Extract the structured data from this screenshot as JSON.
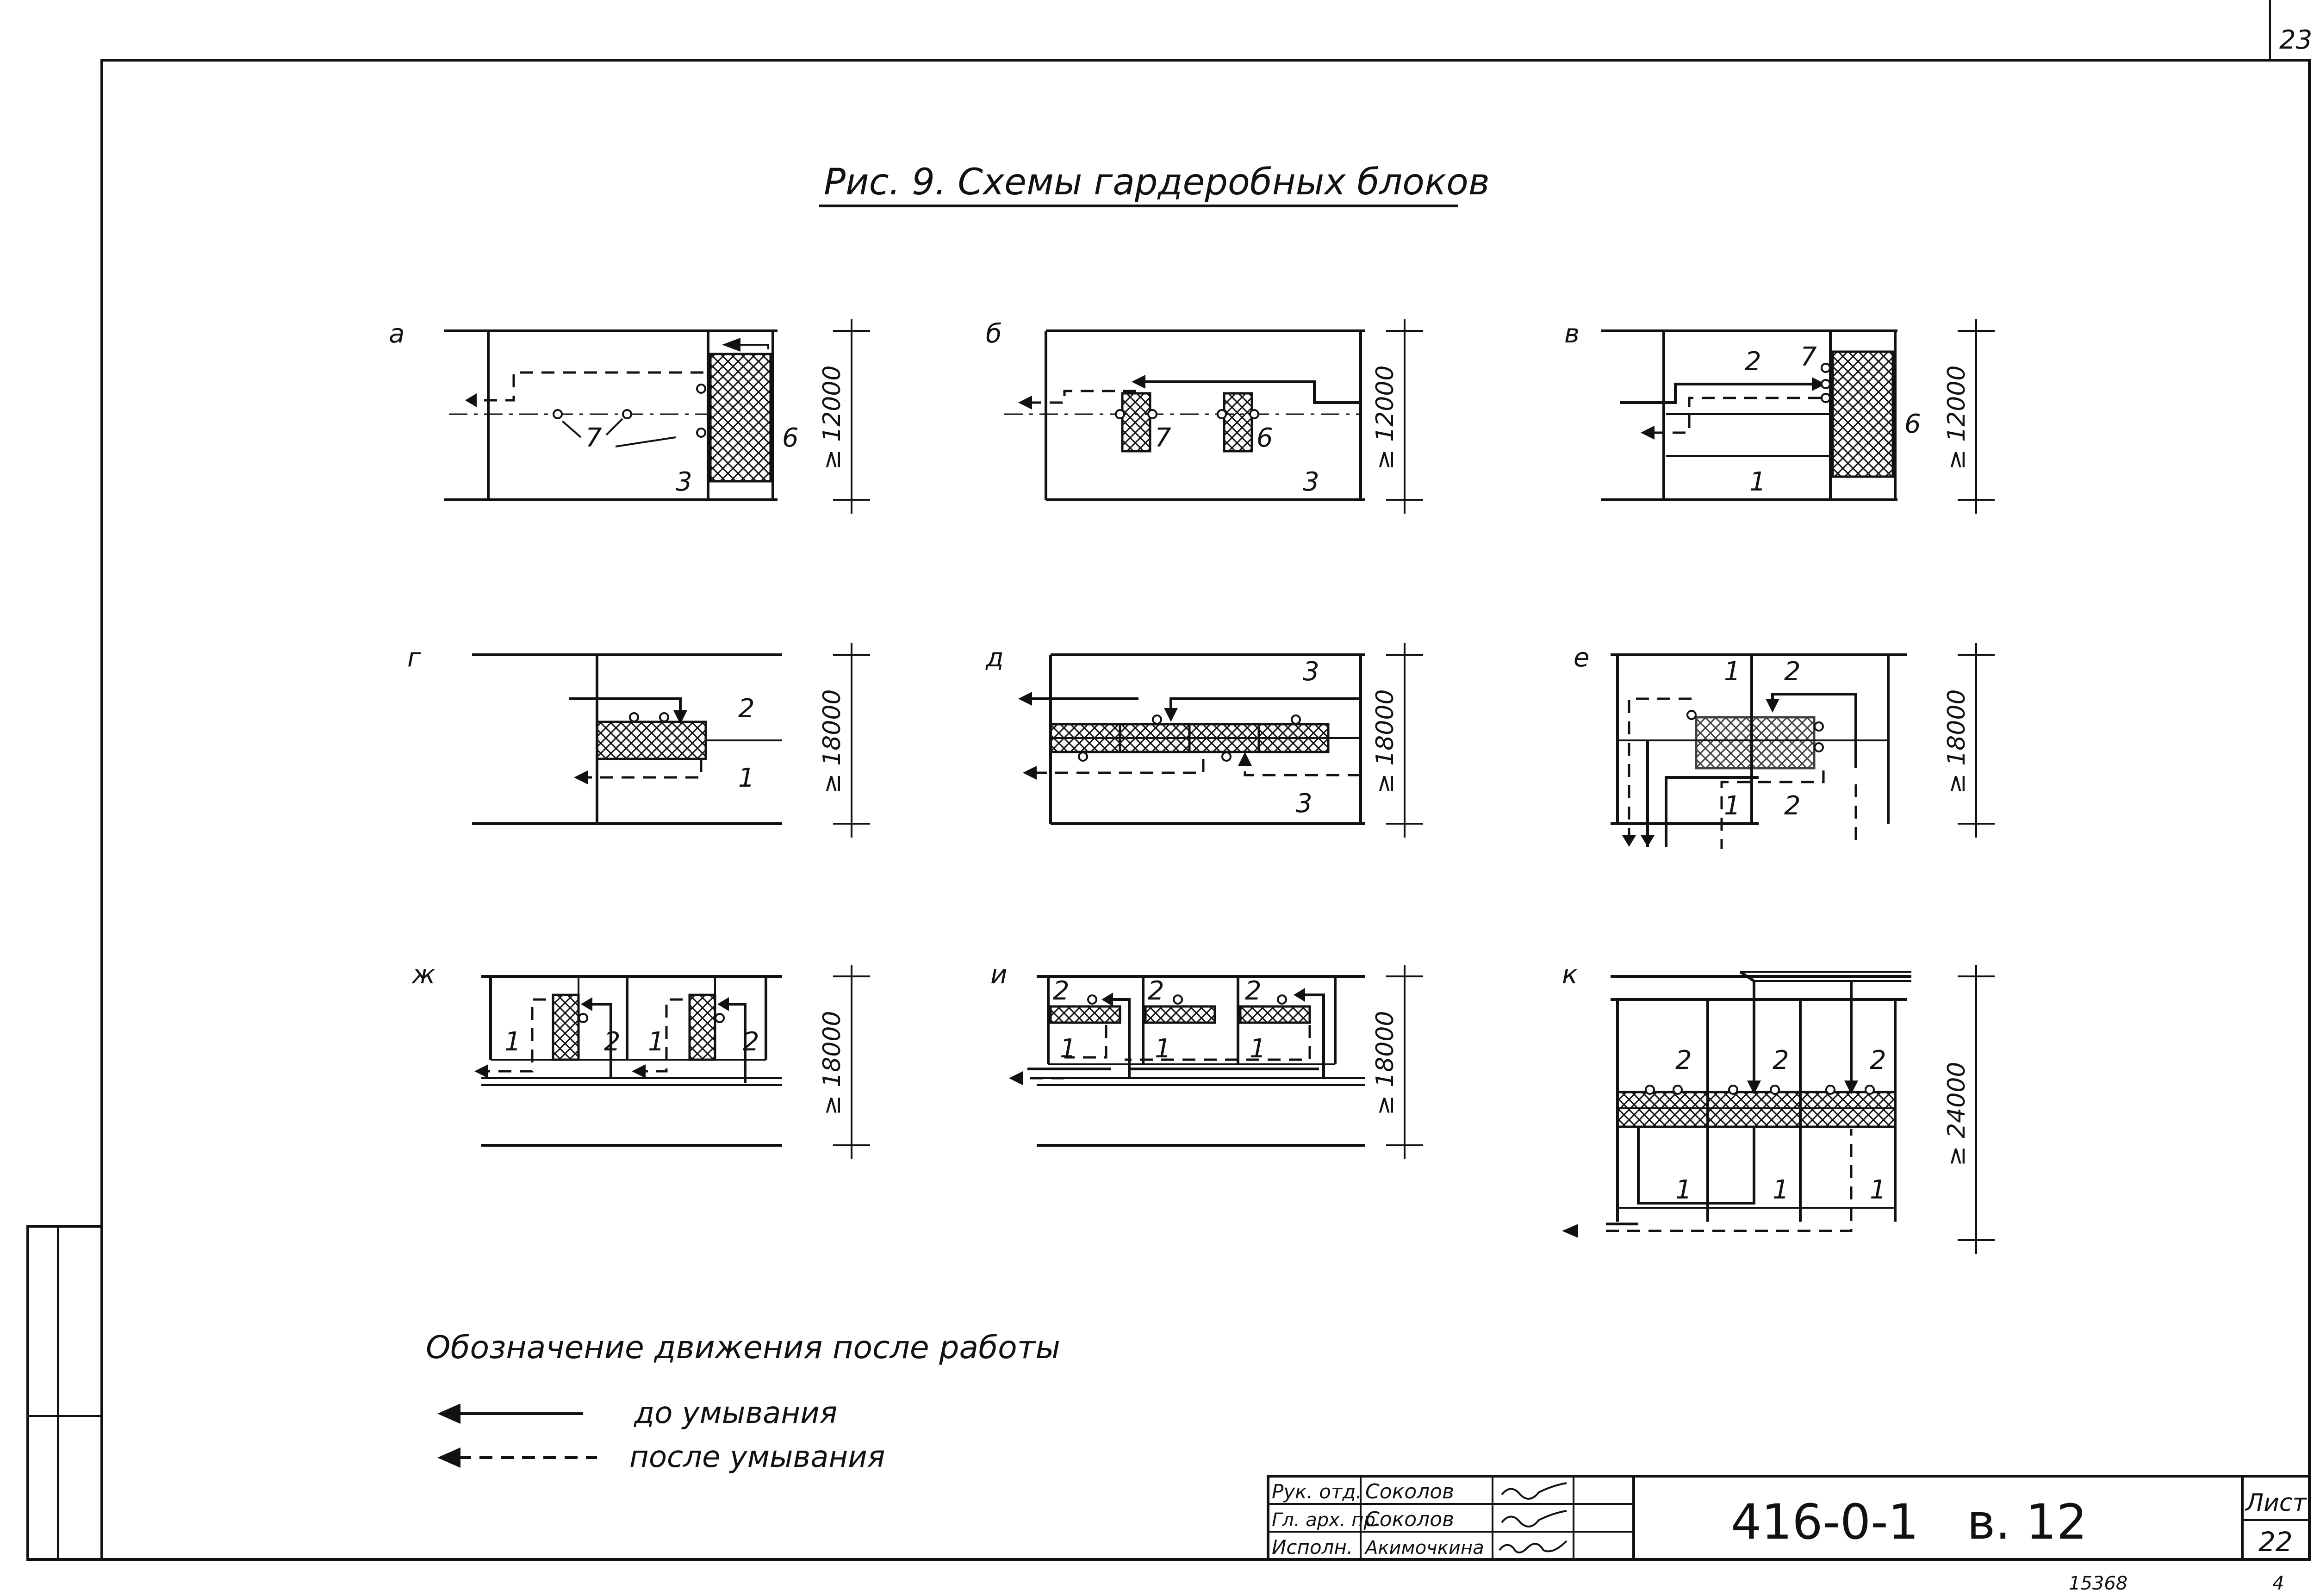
{
  "sheet_number_corner": "23",
  "figure_title": "Рис. 9. Схемы гардеробных блоков",
  "schemes": {
    "a": {
      "letter": "а",
      "dim": "≥ 12000",
      "labels": [
        "7",
        "6",
        "3"
      ]
    },
    "b": {
      "letter": "б",
      "dim": "≥ 12000",
      "labels": [
        "7",
        "6",
        "3"
      ]
    },
    "v": {
      "letter": "в",
      "dim": "≥ 12000",
      "labels": [
        "2",
        "7",
        "6",
        "1"
      ]
    },
    "g": {
      "letter": "г",
      "dim": "≥ 18000",
      "labels": [
        "2",
        "1"
      ]
    },
    "d": {
      "letter": "д",
      "dim": "≥ 18000",
      "labels": [
        "3",
        "3"
      ]
    },
    "e": {
      "letter": "е",
      "dim": "≥ 18000",
      "labels": [
        "1",
        "2",
        "1",
        "2"
      ]
    },
    "zh": {
      "letter": "ж",
      "dim": "≥ 18000",
      "labels": [
        "1",
        "2",
        "1",
        "2"
      ]
    },
    "i": {
      "letter": "и",
      "dim": "≥ 18000",
      "labels": [
        "2",
        "2",
        "2",
        "1",
        "1",
        "1"
      ]
    },
    "k": {
      "letter": "к",
      "dim": "≥ 24000",
      "labels": [
        "2",
        "2",
        "2",
        "1",
        "1",
        "1"
      ]
    }
  },
  "legend": {
    "title": "Обозначение движения после работы",
    "before_washing": "до умывания",
    "after_washing": "после умывания"
  },
  "title_block": {
    "rows": [
      {
        "role": "Рук. отд.",
        "name": "Соколов"
      },
      {
        "role": "Гл. арх. пр.",
        "name": "Соколов"
      },
      {
        "role": "Исполн.",
        "name": "Акимочкина"
      }
    ],
    "document_code": "416-0-1",
    "volume": "в. 12",
    "sheet_label": "Лист",
    "sheet_number": "22"
  },
  "footer": {
    "inventory_number": "15368",
    "format_mark": "4"
  }
}
